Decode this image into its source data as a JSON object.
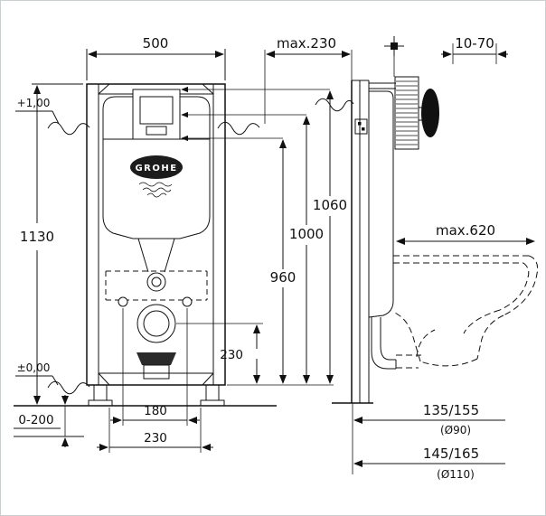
{
  "drawing": {
    "brand_logo": "GROHE",
    "front_view": {
      "frame_width": "500",
      "frame_height": "1130",
      "upper_level": "+1,00",
      "floor_level": "±0,00",
      "foot_adjustment": "0-200",
      "bolt_spacing": "180",
      "base_width": "230",
      "outlet_center_height": "230",
      "plate_bottom_height": "960",
      "plate_center_height": "1000",
      "plate_top_height": "1060",
      "max_furring_depth": "max.230"
    },
    "side_view": {
      "plate_wall_range": "10-70",
      "max_projection": "max.620",
      "outlet_offset_90": "135/155",
      "outlet_dia_90": "(Ø90)",
      "outlet_offset_110": "145/165",
      "outlet_dia_110": "(Ø110)"
    }
  }
}
